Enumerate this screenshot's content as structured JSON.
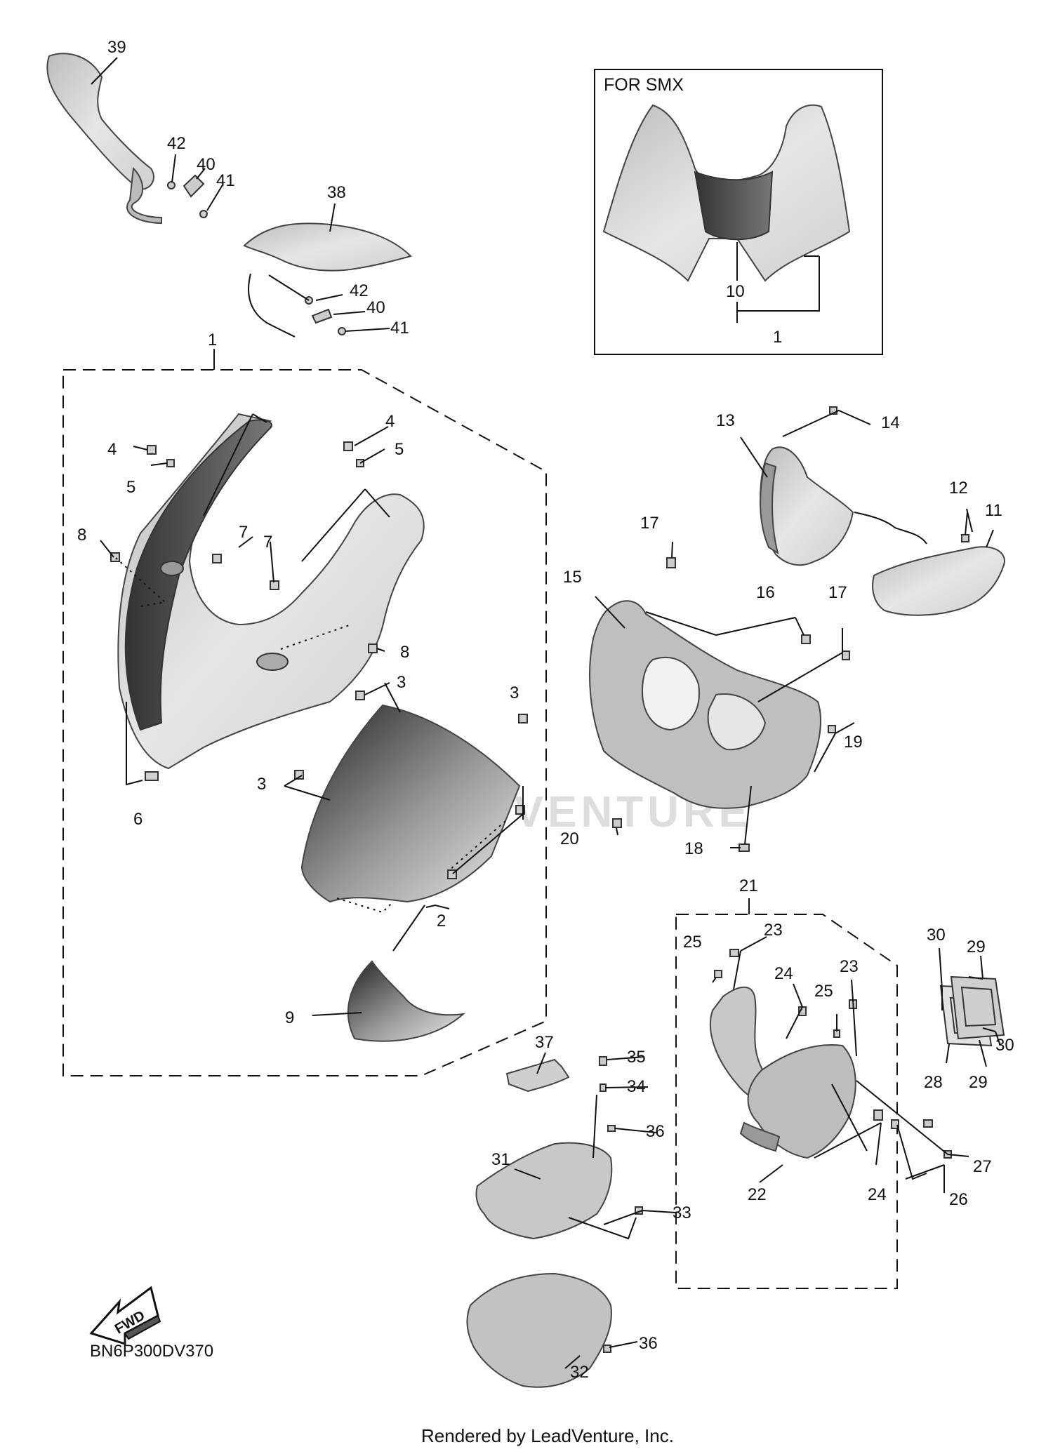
{
  "inset": {
    "title": "FOR SMX",
    "labels": [
      "10",
      "1"
    ]
  },
  "diagram_code": "BN6P300DV370",
  "footer": "Rendered by LeadVenture, Inc.",
  "watermark": "LEADVENTURE",
  "fwd_label": "FWD",
  "colors": {
    "line": "#111111",
    "part_fill": "#d9d9d9",
    "dark_part": "#4a4a4a"
  },
  "callouts": [
    "1",
    "2",
    "3",
    "4",
    "5",
    "6",
    "7",
    "8",
    "9",
    "10",
    "11",
    "12",
    "13",
    "14",
    "15",
    "16",
    "17",
    "18",
    "19",
    "20",
    "21",
    "22",
    "23",
    "24",
    "25",
    "26",
    "27",
    "28",
    "29",
    "30",
    "31",
    "32",
    "33",
    "34",
    "35",
    "36",
    "37",
    "38",
    "39",
    "40",
    "41",
    "42"
  ]
}
